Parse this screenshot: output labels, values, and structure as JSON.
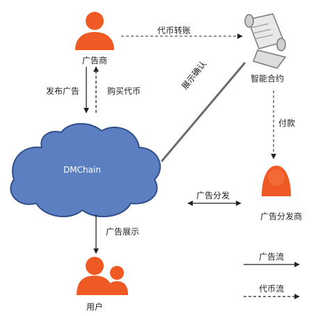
{
  "colors": {
    "person": "#ef5a24",
    "cloud_fill": "#5b7fc0",
    "cloud_stroke": "#2f4f8a",
    "line": "#6b6b6b",
    "text": "#222222"
  },
  "nodes": {
    "advertiser": "广告商",
    "smart_contract": "智能合约",
    "chain": "DMChain",
    "distributor": "广告分发商",
    "user": "用户"
  },
  "edges": {
    "token_transfer": "代币转账",
    "publish_ad": "发布广告",
    "buy_token": "购买代币",
    "display_confirm": "展示确认",
    "payment": "付款",
    "ad_distribution": "广告分发",
    "ad_display": "广告展示"
  },
  "legend": {
    "ad_flow": "广告流",
    "token_flow": "代币流"
  },
  "icons": {
    "advertiser": "person-male-icon",
    "smart_contract": "scroll-contract-icon",
    "distributor": "person-female-icon",
    "user": "user-group-icon"
  }
}
